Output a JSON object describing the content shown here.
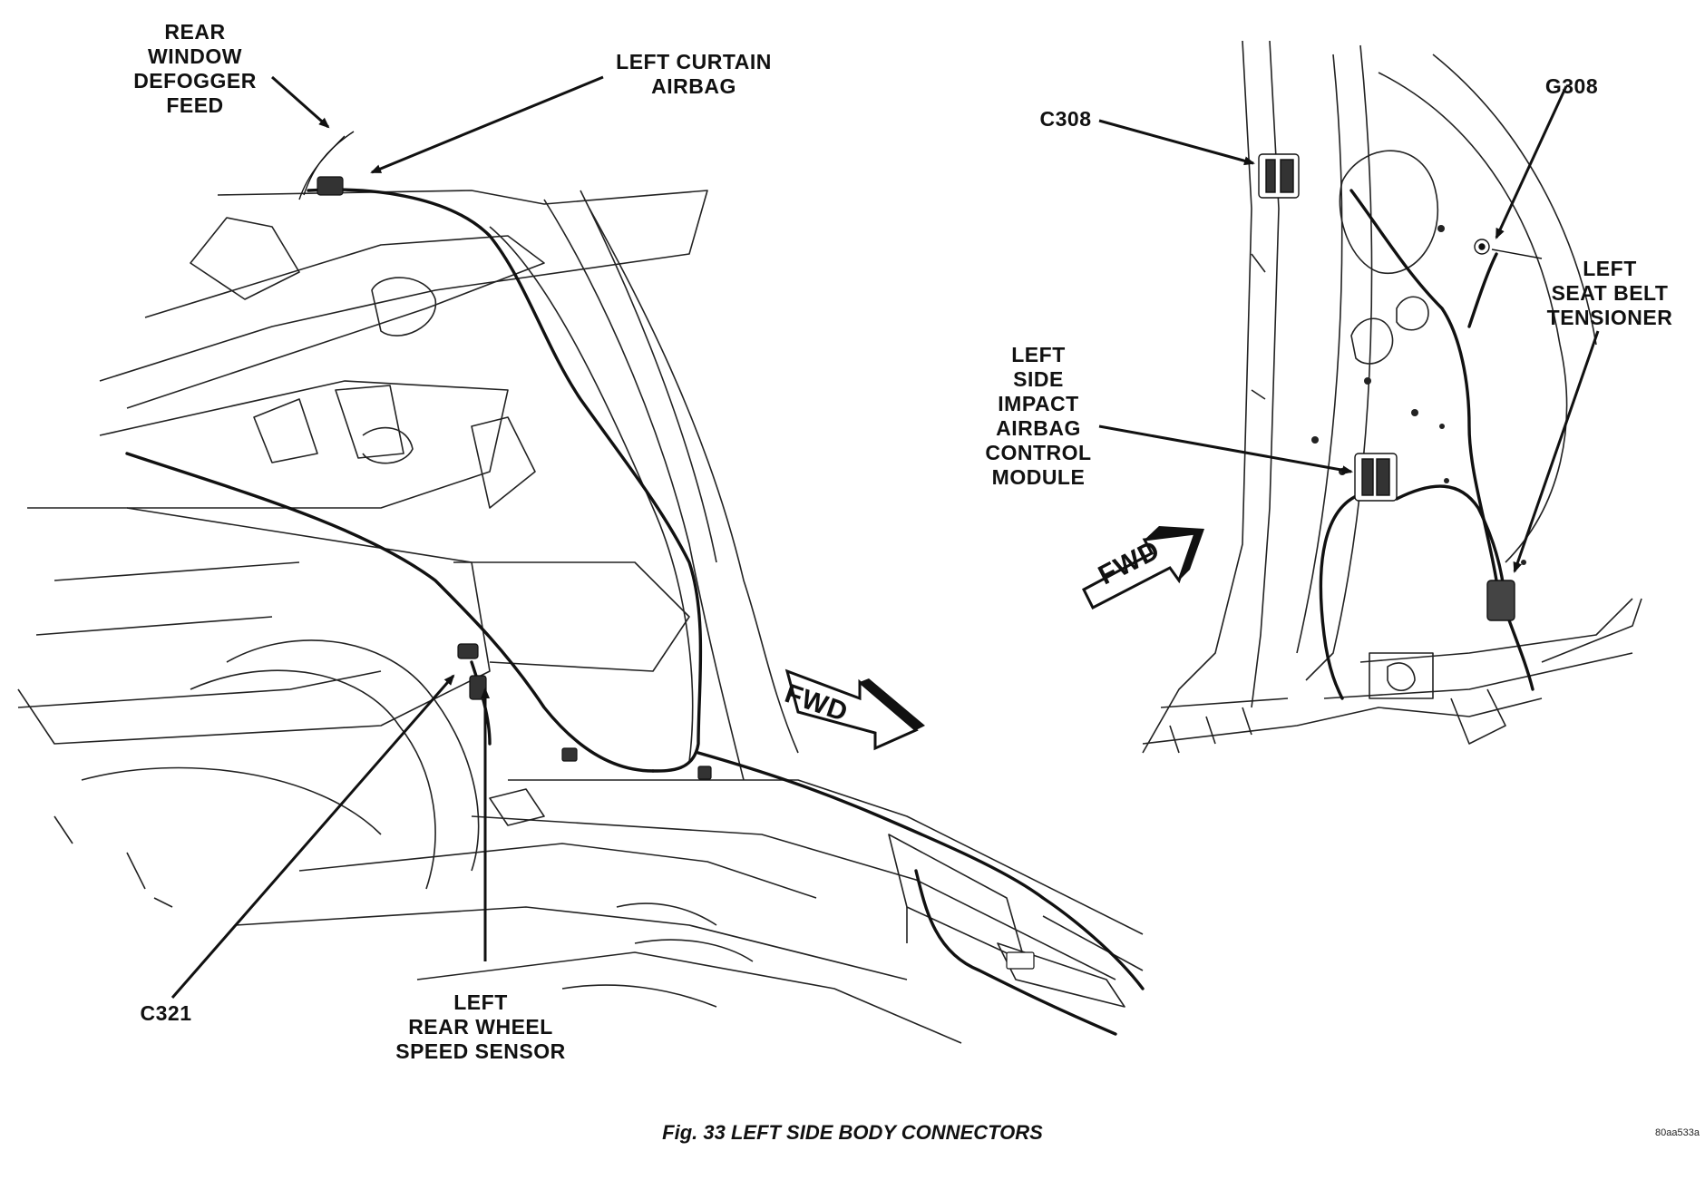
{
  "labels": {
    "rear_window_defogger_feed": [
      "REAR",
      "WINDOW",
      "DEFOGGER",
      "FEED"
    ],
    "left_curtain_airbag": [
      "LEFT CURTAIN",
      "AIRBAG"
    ],
    "c321": [
      "C321"
    ],
    "left_rear_wheel_speed_sensor": [
      "LEFT",
      "REAR WHEEL",
      "SPEED SENSOR"
    ],
    "c308": [
      "C308"
    ],
    "g308": [
      "G308"
    ],
    "left_seat_belt_tensioner": [
      "LEFT",
      "SEAT BELT",
      "TENSIONER"
    ],
    "left_side_impact_airbag_control_module": [
      "LEFT",
      "SIDE",
      "IMPACT",
      "AIRBAG",
      "CONTROL",
      "MODULE"
    ]
  },
  "direction_left": "FWD",
  "direction_right": "FWD",
  "caption": "Fig. 33 LEFT SIDE BODY CONNECTORS",
  "figure_code": "80aa533a"
}
